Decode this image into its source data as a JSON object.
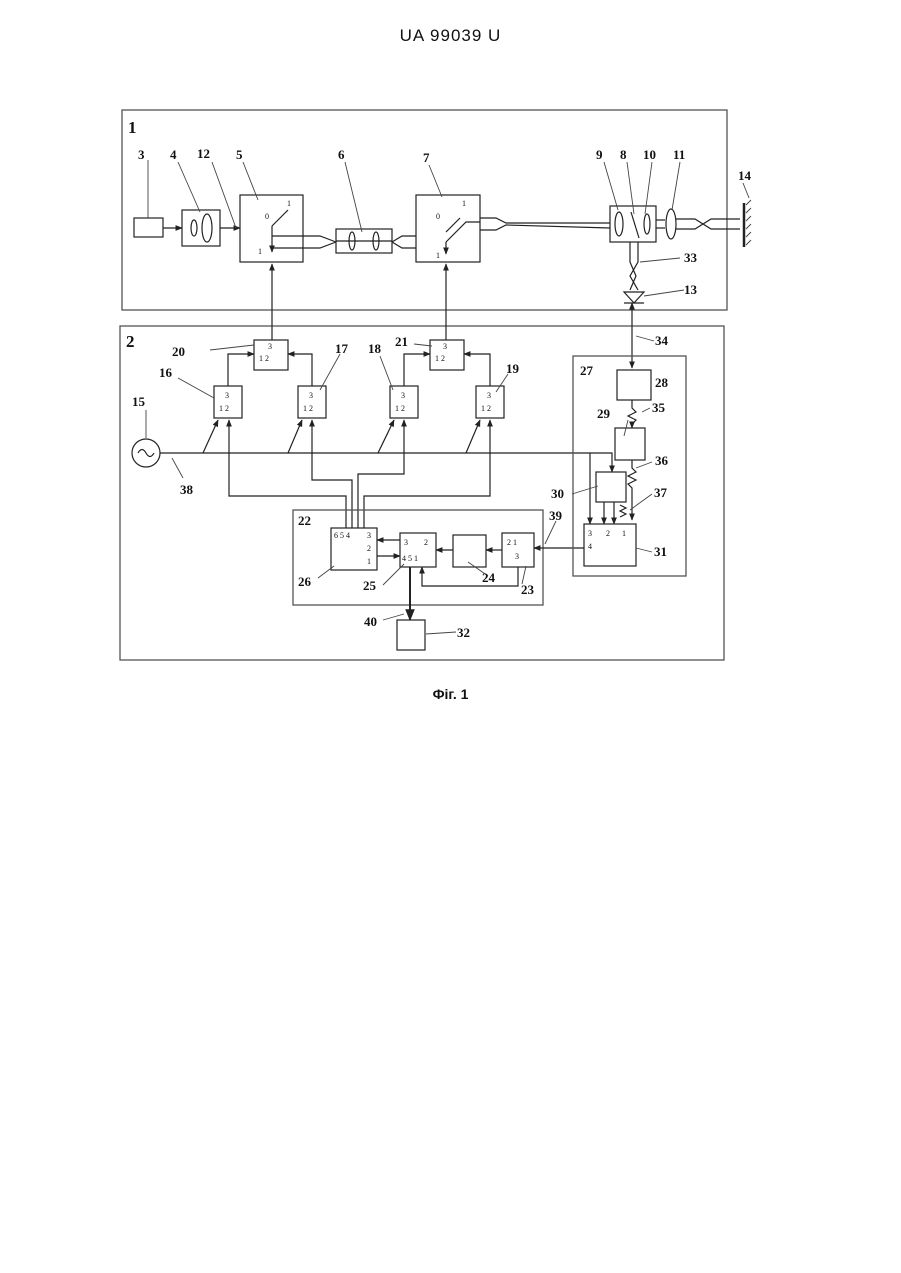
{
  "header": "UA   99039   U",
  "caption": "Фіг. 1",
  "block_numbers": {
    "b1": "1",
    "b2": "2",
    "b22": "22",
    "b27": "27"
  },
  "labels": {
    "l3": "3",
    "l4": "4",
    "l12": "12",
    "l5": "5",
    "l6": "6",
    "l7": "7",
    "l9": "9",
    "l8": "8",
    "l10": "10",
    "l11": "11",
    "l14": "14",
    "l33": "33",
    "l13": "13",
    "l34": "34",
    "l20": "20",
    "l21": "21",
    "l17": "17",
    "l18": "18",
    "l19": "19",
    "l16": "16",
    "l15": "15",
    "l38": "38",
    "l28": "28",
    "l29": "29",
    "l35": "35",
    "l36": "36",
    "l30": "30",
    "l37": "37",
    "l31": "31",
    "l39": "39",
    "l26": "26",
    "l25": "25",
    "l24": "24",
    "l23": "23",
    "l40": "40",
    "l32": "32"
  },
  "ports": {
    "sw5_0": "0",
    "sw5_1a": "1",
    "sw5_1b": "1",
    "sw7_0": "0",
    "sw7_1a": "1",
    "sw7_1b": "1",
    "p20_3": "3",
    "p20_12": "1  2",
    "p21_3": "3",
    "p21_12": "1  2",
    "p16_3": "3",
    "p16_12": "1 2",
    "p17_3": "3",
    "p17_12": "1 2",
    "p18_3": "3",
    "p18_12": "1 2",
    "p19_3": "3",
    "p19_12": "1 2",
    "p26_top": "6  5  4",
    "p26_3": "3",
    "p26_2": "2",
    "p26_1": "1",
    "p25_3": "3",
    "p25_2": "2",
    "p25_45": "4  5 1",
    "p23_21": "2   1",
    "p23_3": "3",
    "p31_3": "3",
    "p31_2": "2",
    "p31_1": "1",
    "p31_4": "4"
  },
  "icons": {
    "generator": "sine-generator-icon",
    "photodiode": "photodiode-icon",
    "mirror": "mirror-icon",
    "lens": "lens-icon"
  }
}
